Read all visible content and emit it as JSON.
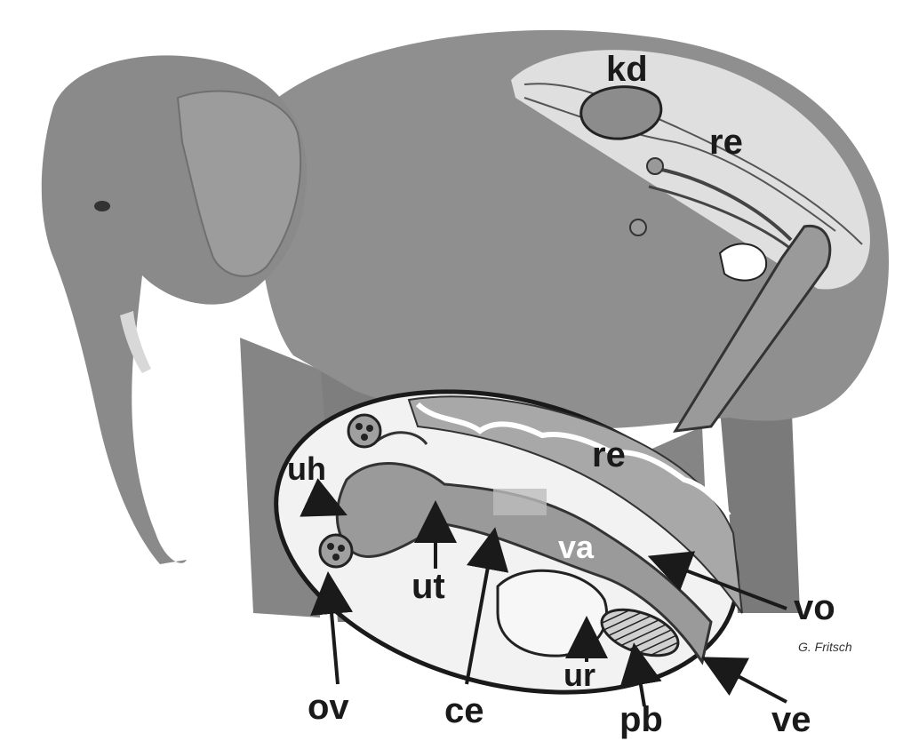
{
  "labels": {
    "kd": "kd",
    "re_upper": "re",
    "re_lower": "re",
    "uh": "uh",
    "ut": "ut",
    "va": "va",
    "vo": "vo",
    "ur": "ur",
    "ov": "ov",
    "ce": "ce",
    "pb": "pb",
    "ve": "ve"
  },
  "credit": "G. Fritsch",
  "colors": {
    "elephant": "#8c8c8c",
    "organ_fill": "#a8a8a8",
    "highlight": "#e8e8e8",
    "outline": "#1a1a1a"
  }
}
